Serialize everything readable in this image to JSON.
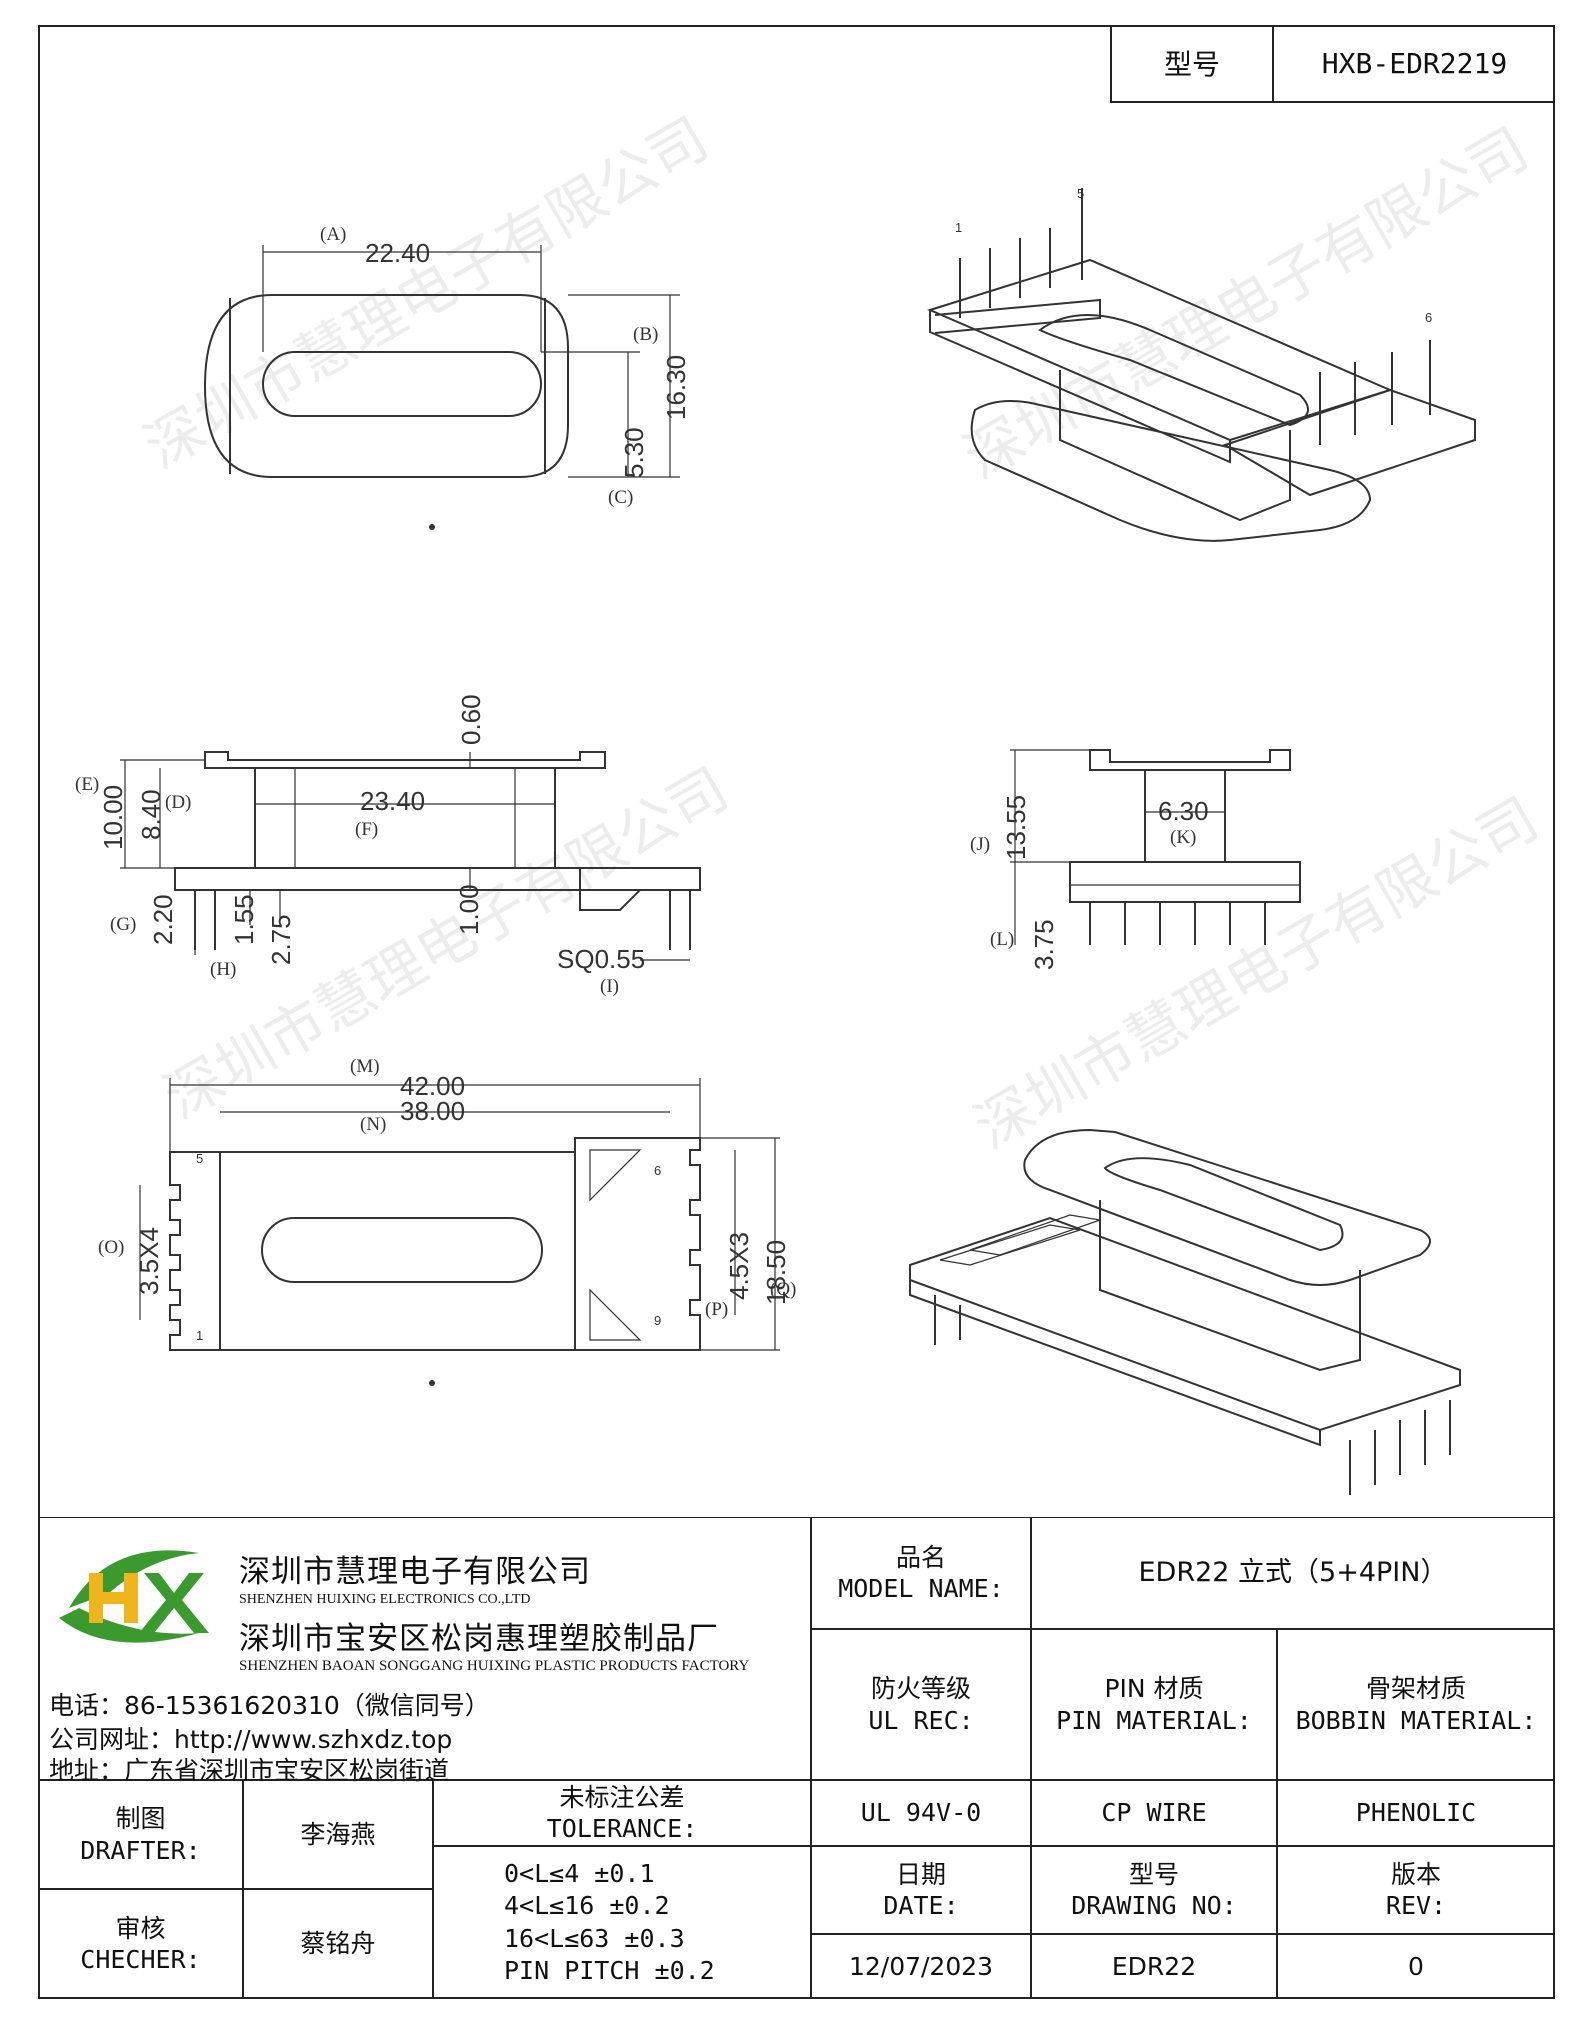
{
  "header": {
    "model_label": "型号",
    "model_value": "HXB-EDR2219"
  },
  "drawing": {
    "top_view": {
      "dim_a": "22.40",
      "tag_a": "(A)",
      "dim_b": "16.30",
      "tag_b": "(B)",
      "dim_c": "5.30",
      "tag_c": "(C)"
    },
    "side_view": {
      "dim_060": "0.60",
      "dim_e": "10.00",
      "tag_e": "(E)",
      "dim_d": "8.40",
      "tag_d": "(D)",
      "dim_f": "23.40",
      "tag_f": "(F)",
      "dim_g": "2.20",
      "tag_g": "(G)",
      "dim_h1": "1.55",
      "dim_h2": "2.75",
      "tag_h": "(H)",
      "dim_100": "1.00",
      "dim_i": "SQ0.55",
      "tag_i": "(I)"
    },
    "end_view": {
      "dim_j": "13.55",
      "tag_j": "(J)",
      "dim_k": "6.30",
      "tag_k": "(K)",
      "dim_l": "3.75",
      "tag_l": "(L)"
    },
    "bottom_view": {
      "dim_m": "42.00",
      "tag_m": "(M)",
      "dim_n": "38.00",
      "tag_n": "(N)",
      "dim_o": "3.5X4",
      "tag_o": "(O)",
      "dim_p": "4.5X3",
      "tag_p": "(P)",
      "dim_q": "18.50",
      "tag_q": "(Q)",
      "pin_5": "5",
      "pin_1": "1",
      "pin_6": "6",
      "pin_9": "9"
    },
    "iso_view": {
      "pin_1": "1",
      "pin_5": "5",
      "pin_6": "6"
    },
    "watermark": "深圳市慧理电子有限公司"
  },
  "company": {
    "name_cn": "深圳市慧理电子有限公司",
    "name_en": "SHENZHEN HUIXING ELECTRONICS CO.,LTD",
    "factory_cn": "深圳市宝安区松岗惠理塑胶制品厂",
    "factory_en": "SHENZHEN BAOAN SONGGANG HUIXING PLASTIC PRODUCTS FACTORY",
    "phone": "电话：86-15361620310（微信同号）",
    "website": "公司网址：http://www.szhxdz.top",
    "address": "地址：广东省深圳市宝安区松岗街道"
  },
  "title_block": {
    "model_name_cn": "品名",
    "model_name_en": "MODEL NAME:",
    "model_name_value": "EDR22 立式（5+4PIN）",
    "ul_cn": "防火等级",
    "ul_en": "UL REC:",
    "ul_value": "UL 94V-0",
    "pin_mat_cn": "PIN 材质",
    "pin_mat_en": "PIN MATERIAL:",
    "pin_mat_value": "CP WIRE",
    "bobbin_cn": "骨架材质",
    "bobbin_en": "BOBBIN MATERIAL:",
    "bobbin_value": "PHENOLIC",
    "drafter_cn": "制图",
    "drafter_en": "DRAFTER:",
    "drafter_value": "李海燕",
    "checker_cn": "审核",
    "checker_en": "CHECHER:",
    "checker_value": "蔡铭舟",
    "tol_cn": "未标注公差",
    "tol_en": "TOLERANCE:",
    "tol_1": "0<L≤4  ±0.1",
    "tol_2": "4<L≤16 ±0.2",
    "tol_3": "16<L≤63 ±0.3",
    "tol_4": "PIN PITCH ±0.2",
    "date_cn": "日期",
    "date_en": "DATE:",
    "date_value": "12/07/2023",
    "drawing_no_cn": "型号",
    "drawing_no_en": "DRAWING NO:",
    "drawing_no_value": "EDR22",
    "rev_cn": "版本",
    "rev_en": "REV:",
    "rev_value": "0"
  },
  "colors": {
    "logo_green": "#3a9a2e",
    "logo_yellow": "#f0b41c",
    "line": "#333333"
  }
}
